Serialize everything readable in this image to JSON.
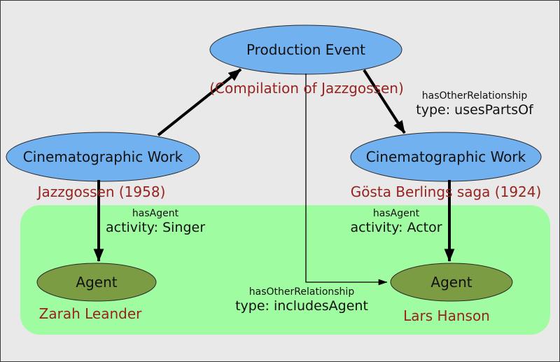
{
  "diagram": {
    "title": "film relationships entity diagram",
    "nodes": {
      "production_event": {
        "label": "Production Event",
        "annotation": "(Compilation of Jazzgossen)"
      },
      "work_left": {
        "label": "Cinematographic Work",
        "annotation": "Jazzgossen (1958)"
      },
      "work_right": {
        "label": "Cinematographic Work",
        "annotation": "Gösta Berlings saga (1924)"
      },
      "agent_left": {
        "label": "Agent",
        "annotation": "Zarah Leander"
      },
      "agent_right": {
        "label": "Agent",
        "annotation": "Lars Hanson"
      }
    },
    "edges": {
      "event_to_work_right": {
        "property": "hasOtherRelationship",
        "detail": "type: usesPartsOf"
      },
      "work_left_to_agent": {
        "property": "hasAgent",
        "detail": "activity: Singer"
      },
      "work_right_to_agent": {
        "property": "hasAgent",
        "detail": "activity: Actor"
      },
      "event_to_agent_right": {
        "property": "hasOtherRelationship",
        "detail": "type: includesAgent"
      }
    },
    "colors": {
      "background": "#e9e9e9",
      "node_blue": "#72b1f0",
      "node_olive": "#7b9c43",
      "agent_group_green": "#a0fca0",
      "annotation_red": "#97231f",
      "edge_black": "#000000"
    }
  }
}
